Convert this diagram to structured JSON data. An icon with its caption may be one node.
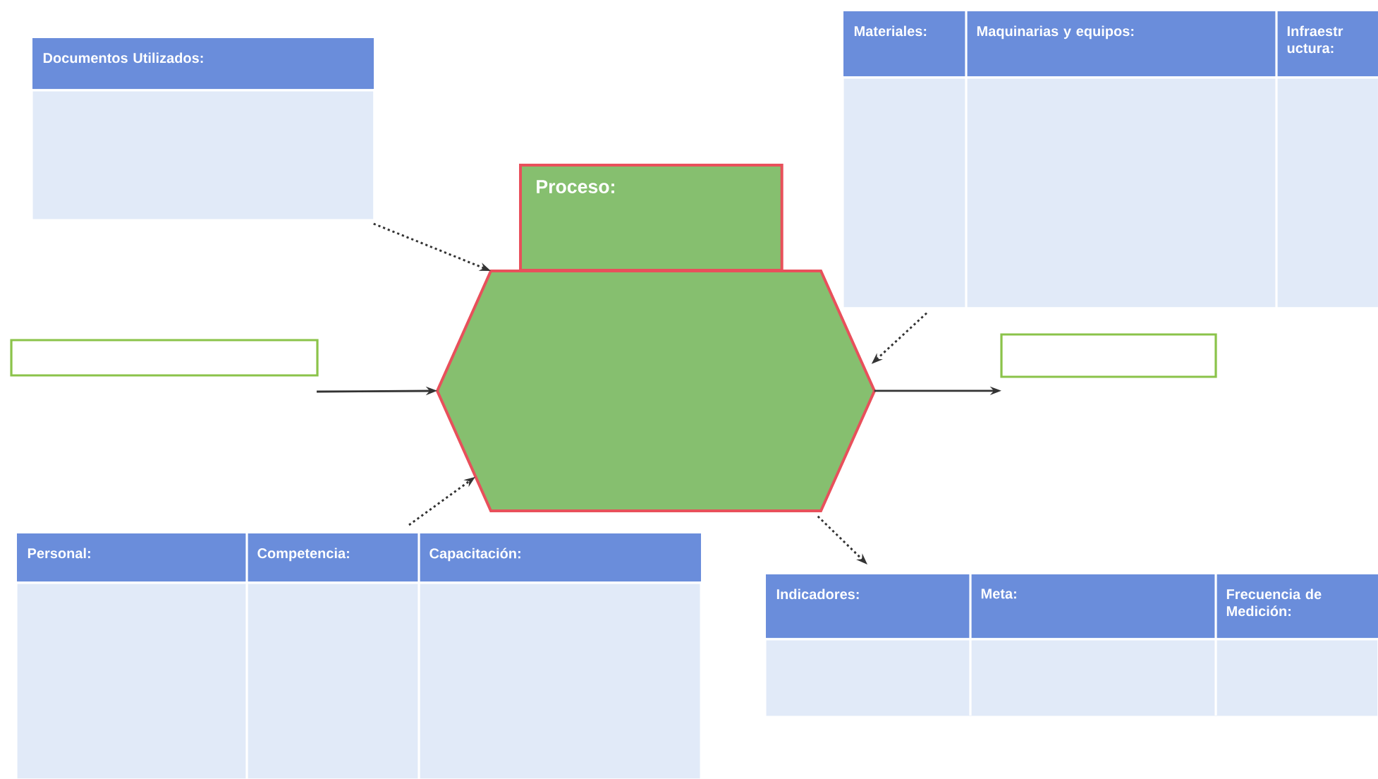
{
  "diagram": {
    "nodes": [
      {
        "text": [
          "Documentos Utilizados:"
        ]
      },
      {
        "text": [
          "Materiales:",
          "Maquinarias y equipos:",
          "Infraestr uctura:"
        ]
      },
      {
        "text": [
          "Proceso:"
        ]
      },
      {
        "text": [],
        "shape": "hexagon"
      },
      {
        "text": [],
        "shape": "box"
      },
      {
        "text": [],
        "shape": "box"
      },
      {
        "text": [
          "Personal:",
          "Competencia:",
          "Capacitación:"
        ]
      },
      {
        "text": [
          "Indicadores:",
          "Meta:",
          "Frecuencia de Medición:"
        ]
      }
    ],
    "edges": [
      {
        "from": 0,
        "to": 3,
        "arrow": "to",
        "style": "dashed"
      },
      {
        "from": 1,
        "to": 3,
        "arrow": "to",
        "style": "dashed"
      },
      {
        "from": 4,
        "to": 3,
        "arrow": "to"
      },
      {
        "from": 3,
        "to": 5,
        "arrow": "to"
      },
      {
        "from": 6,
        "to": 3,
        "arrow": "to",
        "style": "dashed"
      },
      {
        "from": 3,
        "to": 7,
        "arrow": "to",
        "style": "dashed"
      }
    ]
  }
}
